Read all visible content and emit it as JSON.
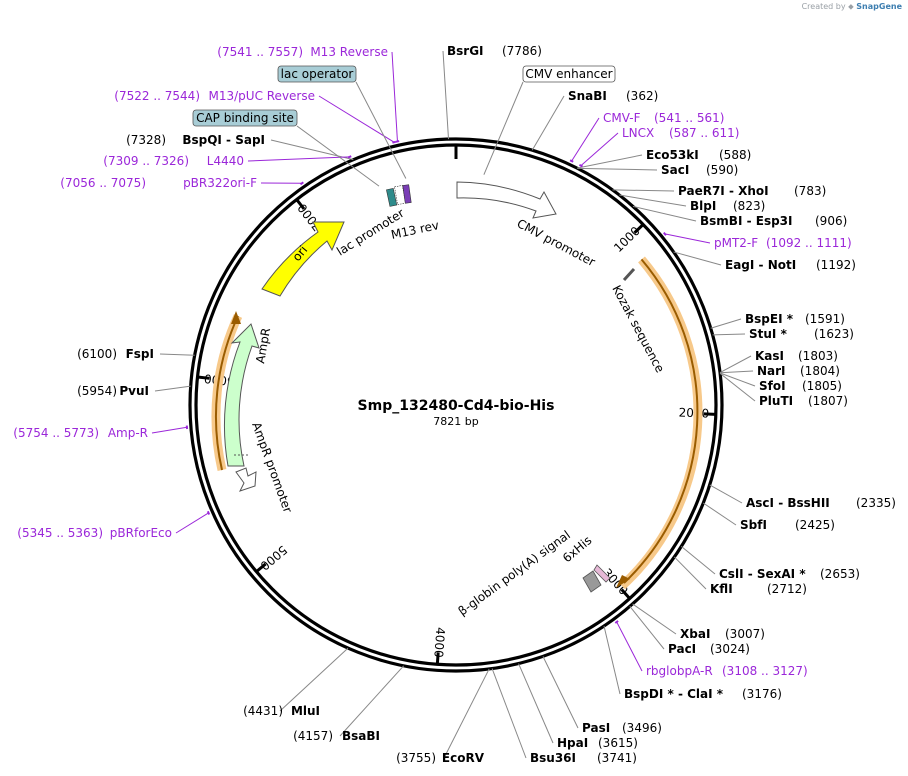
{
  "credit": {
    "prefix": "Created by",
    "brand": "SnapGene"
  },
  "plasmid": {
    "name": "Smp_132480-Cd4-bio-His",
    "size_label": "7821 bp"
  },
  "colors": {
    "primer": "#9b27d9",
    "ori": "#ffff00",
    "ampR": "#ccffcc",
    "orf": "#f6a623",
    "tag": "#e6b8d6"
  },
  "enzymes_right": [
    {
      "name": "BsrGI",
      "pos": "(7786)"
    },
    {
      "name": "SnaBI",
      "pos": "(362)"
    },
    {
      "name": "Eco53kI",
      "pos": "(588)"
    },
    {
      "name": "SacI",
      "pos": "(590)"
    },
    {
      "name": "PaeR7I",
      "sep": " - ",
      "name2": "XhoI",
      "pos": "(783)"
    },
    {
      "name": "BlpI",
      "pos": "(823)"
    },
    {
      "name": "BsmBI",
      "sep": " - ",
      "name2": "Esp3I",
      "pos": "(906)"
    },
    {
      "name": "EagI",
      "sep": " - ",
      "name2": "NotI",
      "pos": "(1192)"
    },
    {
      "name": "BspEI *",
      "pos": "(1591)"
    },
    {
      "name": "StuI *",
      "pos": "(1623)"
    },
    {
      "name": "KasI",
      "pos": "(1803)"
    },
    {
      "name": "NarI",
      "pos": "(1804)"
    },
    {
      "name": "SfoI",
      "pos": "(1805)"
    },
    {
      "name": "PluTI",
      "pos": "(1807)"
    },
    {
      "name": "AscI",
      "sep": " - ",
      "name2": "BssHII",
      "pos": "(2335)"
    },
    {
      "name": "SbfI",
      "pos": "(2425)"
    },
    {
      "name": "CslI",
      "sep": " - ",
      "name2": "SexAI *",
      "pos": "(2653)"
    },
    {
      "name": "KflI",
      "pos": "(2712)"
    },
    {
      "name": "XbaI",
      "pos": "(3007)"
    },
    {
      "name": "PacI",
      "pos": "(3024)"
    },
    {
      "name": "BspDI *",
      "sep": " - ",
      "name2": "ClaI *",
      "pos": "(3176)"
    },
    {
      "name": "PasI",
      "pos": "(3496)"
    },
    {
      "name": "HpaI",
      "pos": "(3615)"
    },
    {
      "name": "Bsu36I",
      "pos": "(3741)"
    }
  ],
  "enzymes_left": [
    {
      "name": "BspQI",
      "sep": " - ",
      "name2": "SapI",
      "pos": "(7328)"
    },
    {
      "name": "FspI",
      "pos": "(6100)"
    },
    {
      "name": "PvuI",
      "pos": "(5954)"
    },
    {
      "name": "EcoRV",
      "pos": "(3755)"
    },
    {
      "name": "BsaBI",
      "pos": "(4157)"
    },
    {
      "name": "MluI",
      "pos": "(4431)"
    }
  ],
  "primers": [
    {
      "name": "M13 Reverse",
      "range": "(7541 .. 7557)"
    },
    {
      "name": "M13/pUC Reverse",
      "range": "(7522 .. 7544)"
    },
    {
      "name": "L4440",
      "range": "(7309 .. 7326)"
    },
    {
      "name": "pBR322ori-F",
      "range": "(7056 .. 7075)"
    },
    {
      "name": "Amp-R",
      "range": "(5754 .. 5773)"
    },
    {
      "name": "pBRforEco",
      "range": "(5345 .. 5363)"
    },
    {
      "name": "CMV-F",
      "range": "(541 .. 561)"
    },
    {
      "name": "LNCX",
      "range": "(587 .. 611)"
    },
    {
      "name": "pMT2-F",
      "range": "(1092 .. 1111)"
    },
    {
      "name": "rbglobpA-R",
      "range": "(3108 .. 3127)"
    }
  ],
  "boxed_features": [
    {
      "label": "lac operator"
    },
    {
      "label": "CAP binding site"
    },
    {
      "label": "CMV enhancer"
    }
  ],
  "features": {
    "ori": "ori",
    "ampr": "AmpR",
    "ampr_promoter": "AmpR promoter",
    "lac_promoter": "lac promoter",
    "m13_rev": "M13 rev",
    "cmv_promoter": "CMV promoter",
    "kozak": "Kozak sequence",
    "his": "6xHis",
    "polya": "β-globin poly(A) signal"
  },
  "ticks": [
    "1000",
    "2000",
    "3000",
    "4000",
    "5000",
    "6000",
    "7000"
  ]
}
